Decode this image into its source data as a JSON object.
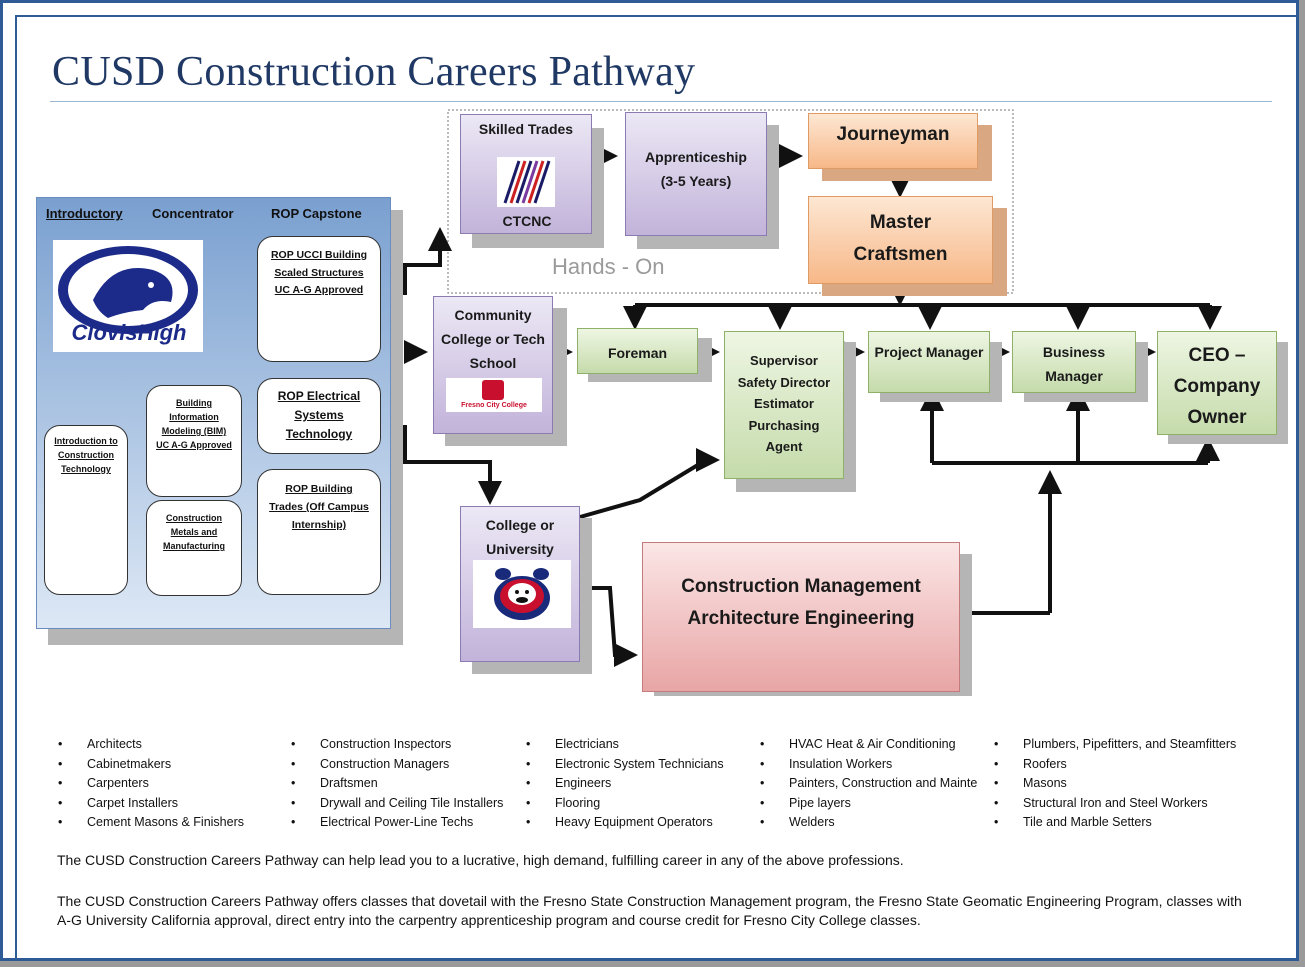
{
  "title": "CUSD Construction Careers Pathway",
  "panel": {
    "headers": [
      "Introductory",
      "Concentrator",
      "ROP Capstone"
    ],
    "logo_text": "ClovisHigh",
    "intro_course": "Introduction to Construction Technology",
    "bim_course": "Building Information Modeling (BIM) UC A-G Approved",
    "metals_course": "Construction Metals and Manufacturing",
    "ucci_course": "ROP UCCI Building Scaled Structures UC A-G Approved",
    "electrical_course": "ROP Electrical Systems Technology",
    "building_trades_course": "ROP Building Trades (Off Campus Internship)"
  },
  "nodes": {
    "skilled_trades": "Skilled Trades",
    "ctcnc": "CTCNC",
    "apprenticeship": "Apprenticeship (3-5 Years)",
    "journeyman": "Journeyman",
    "master": "Master Craftsmen",
    "hands_on": "Hands - On",
    "community_college": "Community College or Tech School",
    "fresno_city_logo": "Fresno City College",
    "foreman": "Foreman",
    "supervisor": "Supervisor Safety Director Estimator Purchasing Agent",
    "project_manager": "Project Manager",
    "business_manager": "Business Manager",
    "ceo": "CEO – Company Owner",
    "university": "College or University",
    "construction_mgmt": "Construction Management Architecture Engineering"
  },
  "careers": [
    [
      "Architects",
      "Cabinetmakers",
      "Carpenters",
      "Carpet Installers",
      "Cement Masons & Finishers"
    ],
    [
      "Construction Inspectors",
      "Construction Managers",
      "Draftsmen",
      "Drywall and Ceiling Tile Installers",
      "Electrical Power-Line Techs"
    ],
    [
      "Electricians",
      "Electronic System Technicians",
      "Engineers",
      "Flooring",
      "Heavy Equipment Operators"
    ],
    [
      " HVAC Heat & Air Conditioning",
      "Insulation Workers",
      "Painters, Construction and Mainte",
      "Pipe layers",
      "Welders"
    ],
    [
      "Plumbers, Pipefitters, and Steamfitters",
      "Roofers",
      "Masons",
      "Structural Iron and Steel Workers",
      "Tile and Marble Setters"
    ]
  ],
  "paragraphs": [
    "The CUSD Construction Careers Pathway can help lead you to a lucrative, high demand, fulfilling career in any of the above professions.",
    "The CUSD Construction Careers Pathway offers classes that dovetail with the Fresno State Construction Management program, the Fresno State Geomatic Engineering Program, classes with A-G University California approval, direct entry into the carpentry apprenticeship program and course credit for Fresno City College classes."
  ]
}
